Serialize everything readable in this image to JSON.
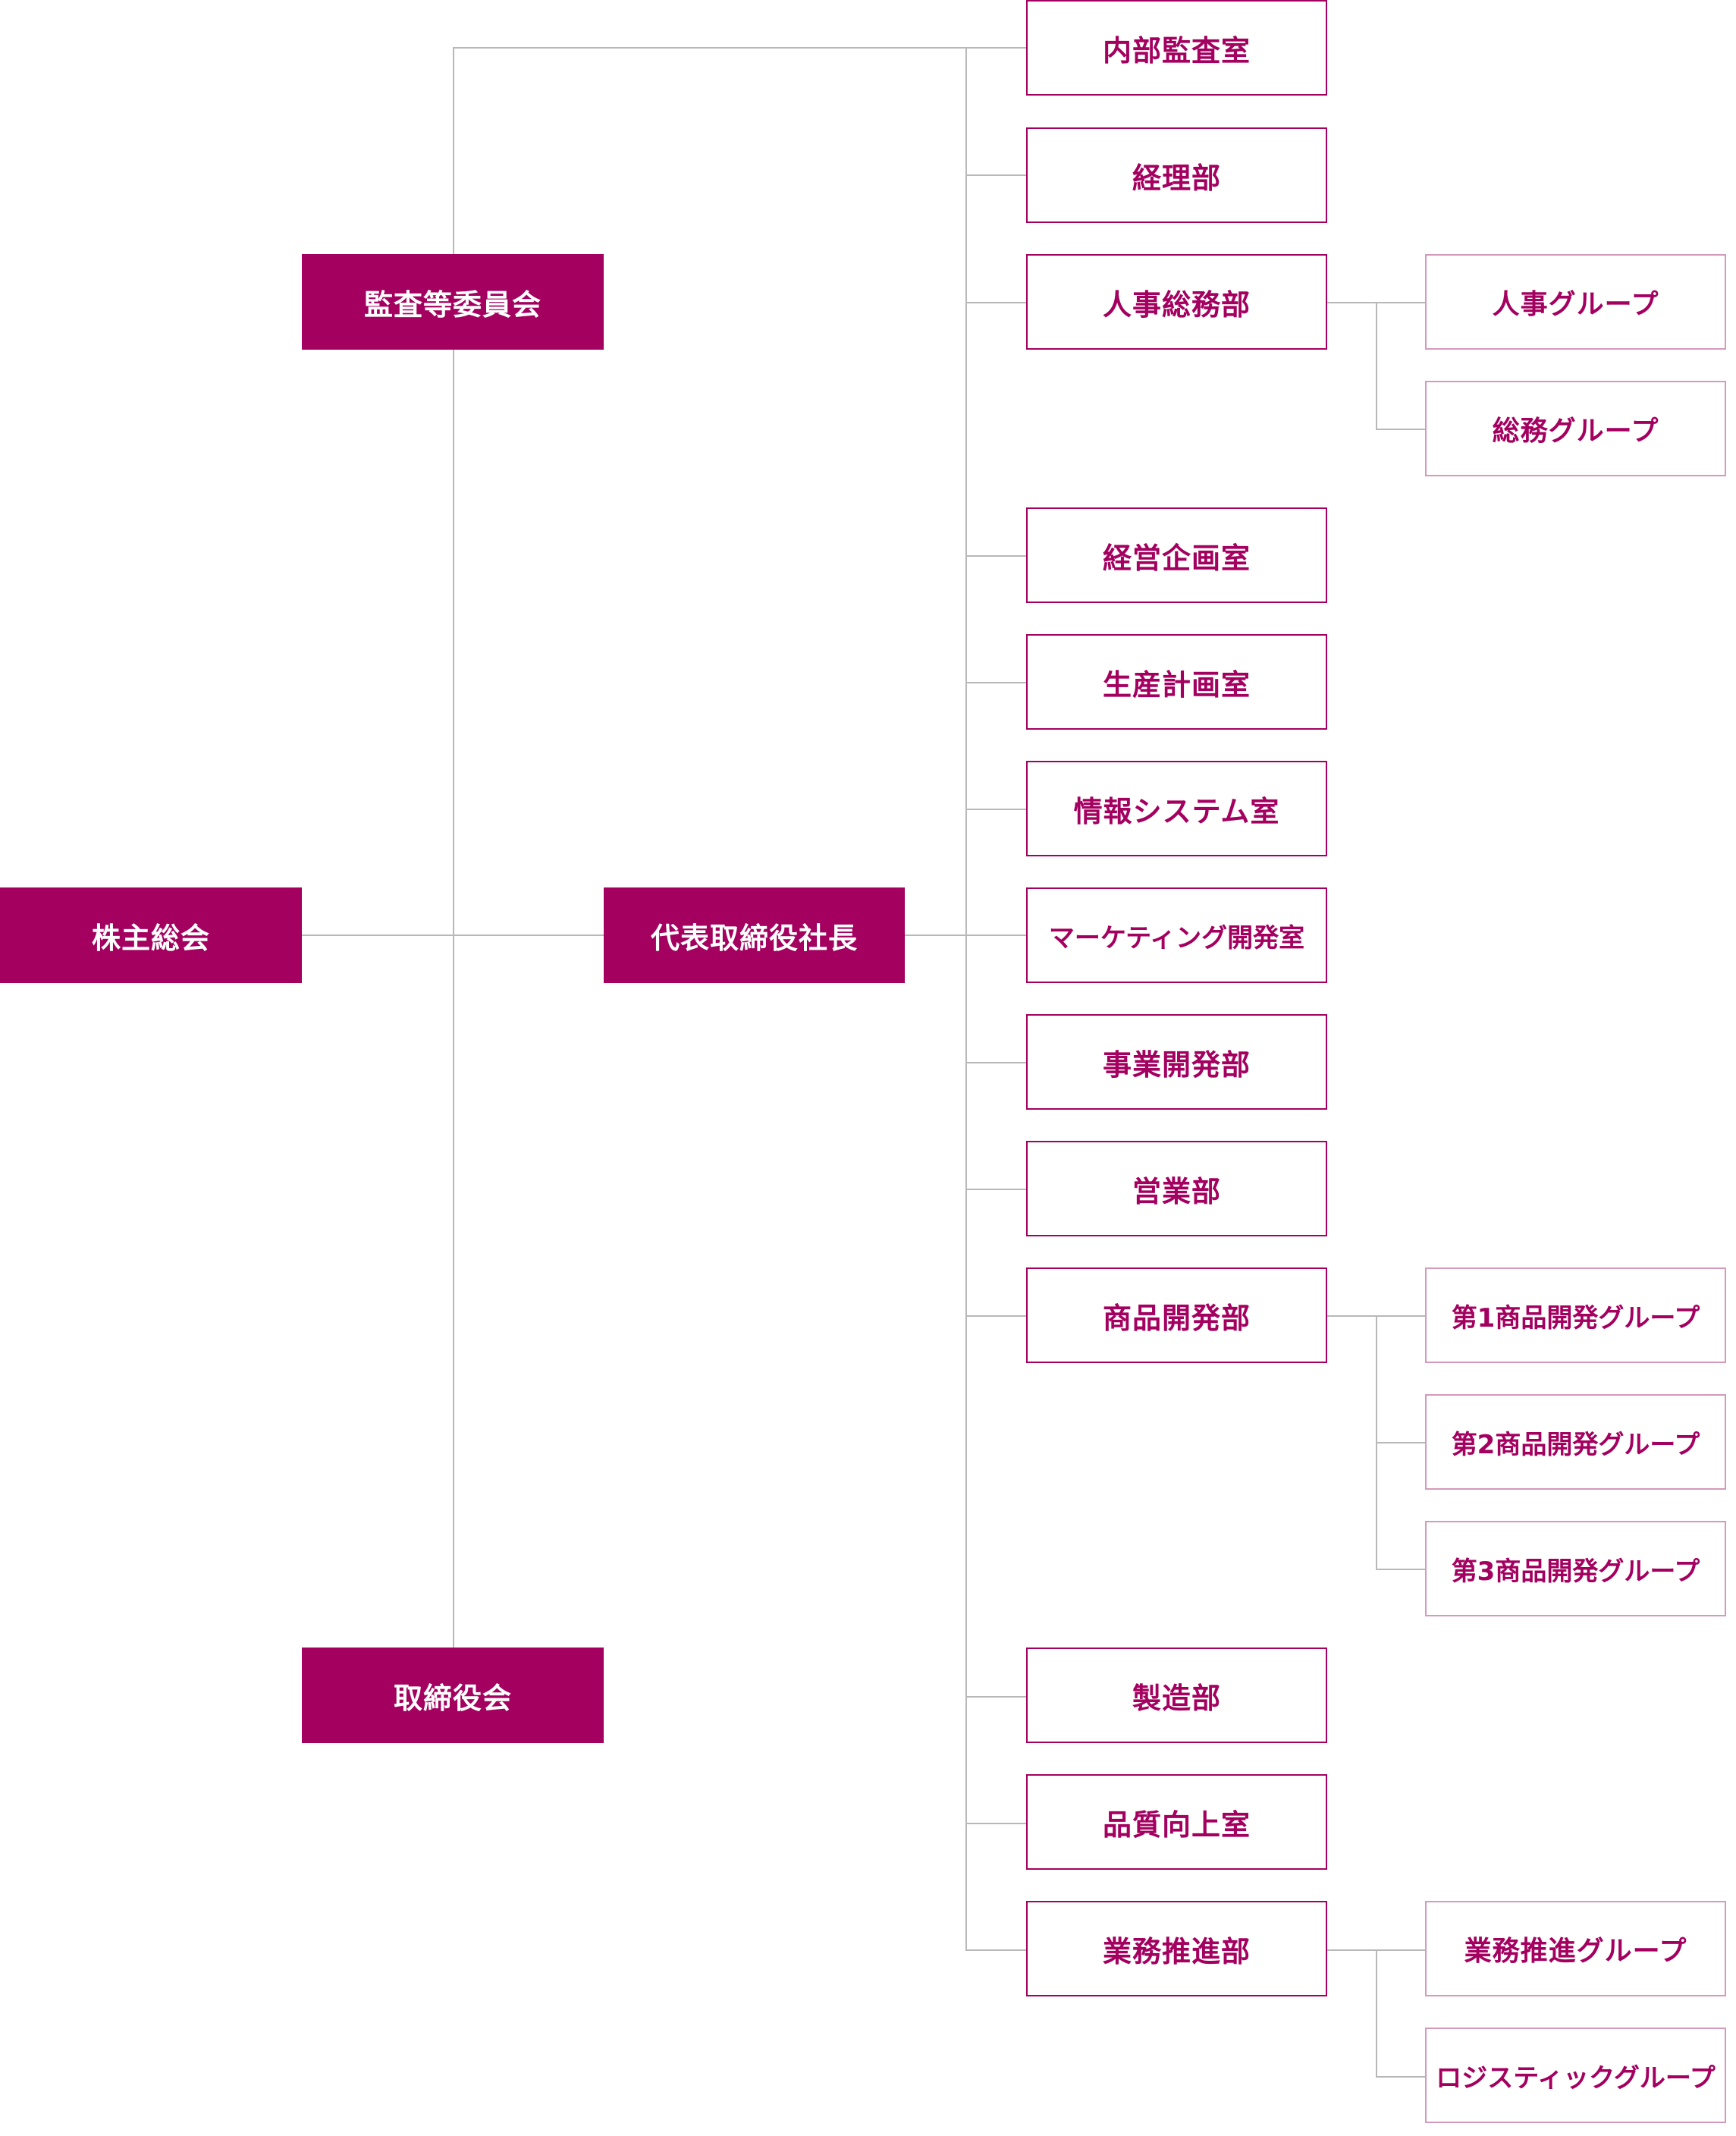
{
  "nodes": {
    "shareholders": "株主総会",
    "audit_committee": "監査等委員会",
    "board": "取締役会",
    "president": "代表取締役社長",
    "internal_audit": "内部監査室",
    "accounting": "経理部",
    "hr_general_affairs": "人事総務部",
    "hr_group": "人事グループ",
    "general_affairs_group": "総務グループ",
    "corporate_planning": "経営企画室",
    "production_planning": "生産計画室",
    "information_systems": "情報システム室",
    "marketing_development": "マーケティング開発室",
    "business_development": "事業開発部",
    "sales": "営業部",
    "product_development": "商品開発部",
    "product_dev_group_1": "第1商品開発グループ",
    "product_dev_group_2": "第2商品開発グループ",
    "product_dev_group_3": "第3商品開発グループ",
    "manufacturing": "製造部",
    "quality_improvement": "品質向上室",
    "business_promotion": "業務推進部",
    "business_promotion_group": "業務推進グループ",
    "logistics_group": "ロジスティックグループ"
  },
  "colors": {
    "brand": "#a3005f",
    "line": "#b8b8b8",
    "sub_border": "#d39ab9"
  }
}
